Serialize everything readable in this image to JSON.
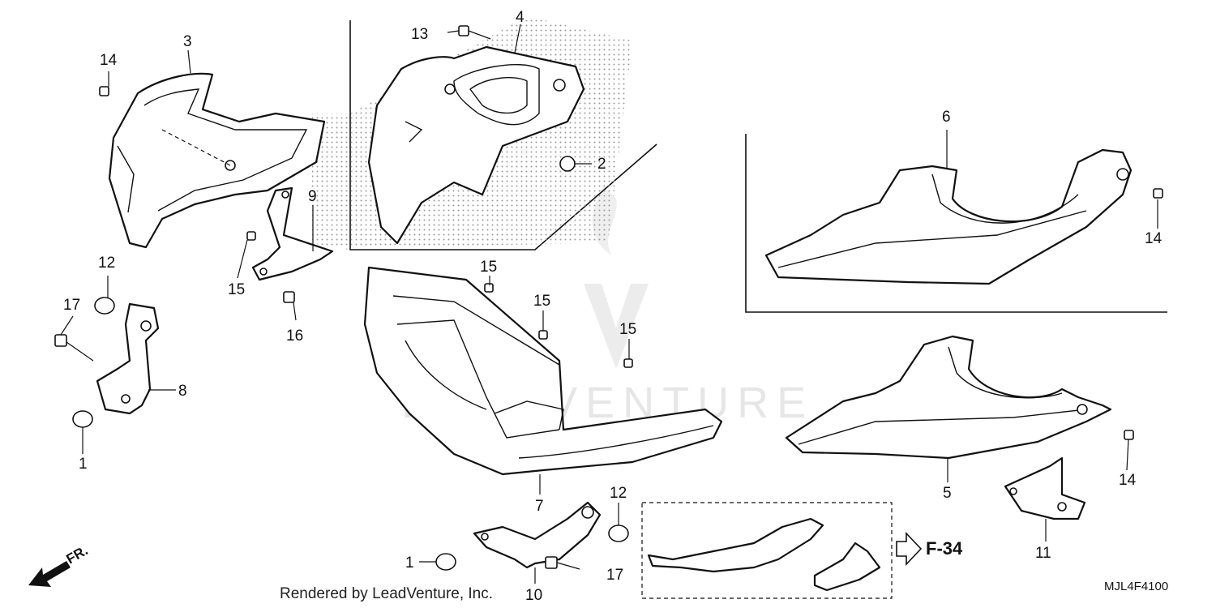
{
  "diagram": {
    "callouts": [
      {
        "id": "c1a",
        "label": "1"
      },
      {
        "id": "c1b",
        "label": "1"
      },
      {
        "id": "c2",
        "label": "2"
      },
      {
        "id": "c3",
        "label": "3"
      },
      {
        "id": "c4",
        "label": "4"
      },
      {
        "id": "c5",
        "label": "5"
      },
      {
        "id": "c6",
        "label": "6"
      },
      {
        "id": "c7",
        "label": "7"
      },
      {
        "id": "c8",
        "label": "8"
      },
      {
        "id": "c9",
        "label": "9"
      },
      {
        "id": "c10",
        "label": "10"
      },
      {
        "id": "c11",
        "label": "11"
      },
      {
        "id": "c12a",
        "label": "12"
      },
      {
        "id": "c12b",
        "label": "12"
      },
      {
        "id": "c13",
        "label": "13"
      },
      {
        "id": "c14a",
        "label": "14"
      },
      {
        "id": "c14b",
        "label": "14"
      },
      {
        "id": "c14c",
        "label": "14"
      },
      {
        "id": "c15a",
        "label": "15"
      },
      {
        "id": "c15b",
        "label": "15"
      },
      {
        "id": "c15c",
        "label": "15"
      },
      {
        "id": "c15d",
        "label": "15"
      },
      {
        "id": "c16",
        "label": "16"
      },
      {
        "id": "c17a",
        "label": "17"
      },
      {
        "id": "c17b",
        "label": "17"
      }
    ],
    "reference": "F-34",
    "front_marker": "FR.",
    "credit": "Rendered by LeadVenture, Inc.",
    "diagram_code": "MJL4F4100",
    "watermark": "LEADVENTURE"
  }
}
